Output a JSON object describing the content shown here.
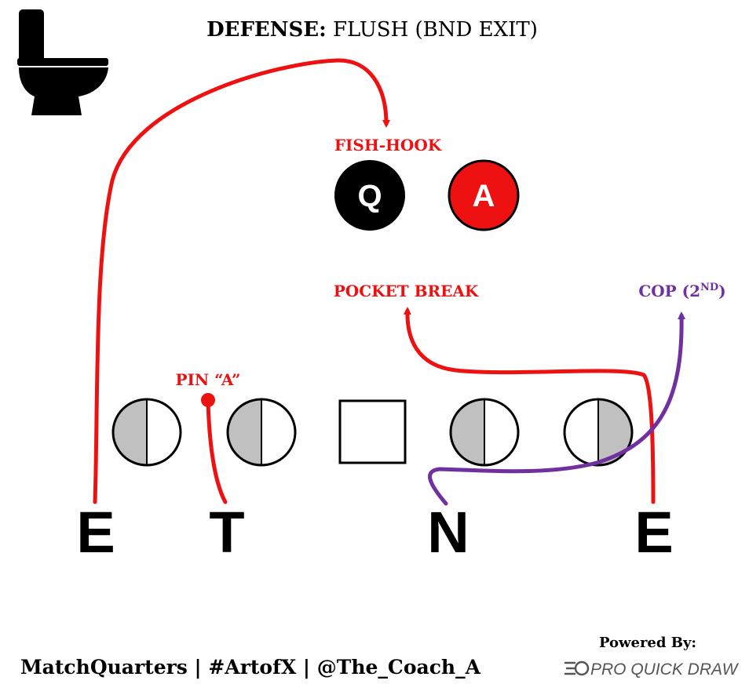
{
  "title": {
    "bold": "DEFENSE:",
    "rest": " FLUSH (BND EXIT)"
  },
  "logo": {
    "icon": "toilet-icon"
  },
  "backs": [
    {
      "letter": "Q",
      "fill": "#000000"
    },
    {
      "letter": "A",
      "fill": "#ee1111"
    }
  ],
  "labels": {
    "fish_hook": "FISH-HOOK",
    "pocket_break": "POCKET BREAK",
    "cop": "COP (2",
    "cop_sup": "ND",
    "cop_close": ")",
    "pin": "PIN “A”"
  },
  "defenders": [
    {
      "letter": "E"
    },
    {
      "letter": "T"
    },
    {
      "letter": "N"
    },
    {
      "letter": "E"
    }
  ],
  "footer": {
    "credits": "MatchQuarters | #ArtofX | @The_Coach_A",
    "powered_by": "Powered By:",
    "brand": "PRO QUICK DRAW"
  },
  "colors": {
    "red": "#ee1111",
    "purple": "#7030a0",
    "black": "#000000",
    "half_fill": "#c0c0c0",
    "brand_gray": "#555555"
  }
}
